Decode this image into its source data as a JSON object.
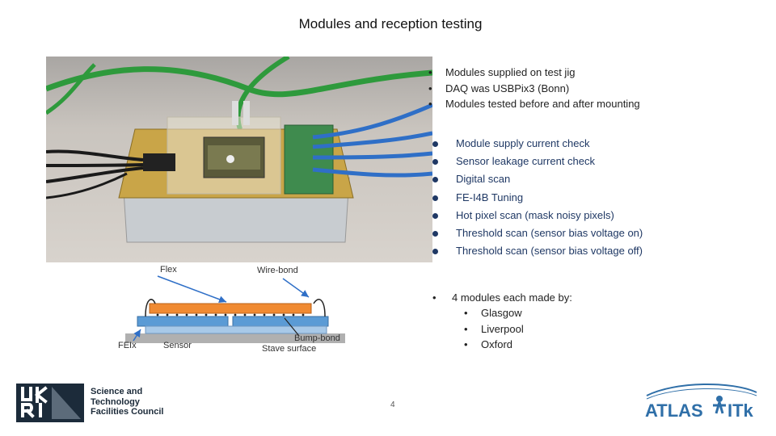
{
  "slide": {
    "title": "Modules and reception testing",
    "page_number": "4"
  },
  "setup_points": [
    "Modules supplied on test jig",
    "DAQ was USBPix3 (Bonn)",
    "Modules tested before and after mounting"
  ],
  "test_steps": [
    "Module supply current check",
    "Sensor leakage current check",
    "Digital scan",
    "FE-I4B Tuning",
    "Hot pixel scan (mask noisy pixels)",
    "Threshold scan (sensor bias voltage on)",
    "Threshold scan (sensor bias voltage off)"
  ],
  "modules": {
    "intro": "4 modules each made by:",
    "institutes": [
      "Glasgow",
      "Liverpool",
      "Oxford"
    ]
  },
  "diagram_labels": {
    "flex": "Flex",
    "wire_bond": "Wire-bond",
    "bump_bond": "Bump-bond",
    "feix": "FEIx",
    "sensor": "Sensor",
    "stave_surface": "Stave surface"
  },
  "footer": {
    "stfc_lines": [
      "Science and",
      "Technology",
      "Facilities Council"
    ],
    "ukri_logo": "ukri-logo",
    "atlas_logo": "atlas-itk-logo"
  },
  "colors": {
    "photo_pcb": "#c9a548",
    "cable_green": "#2e9a3c",
    "cable_blue": "#2f6fc7",
    "ukri_navy": "#1c2b3a",
    "atlas_blue": "#2f6fa8",
    "flex_orange": "#f08a32",
    "sensor_blue": "#5b9bd5",
    "stave_grey": "#b0b0b0"
  }
}
